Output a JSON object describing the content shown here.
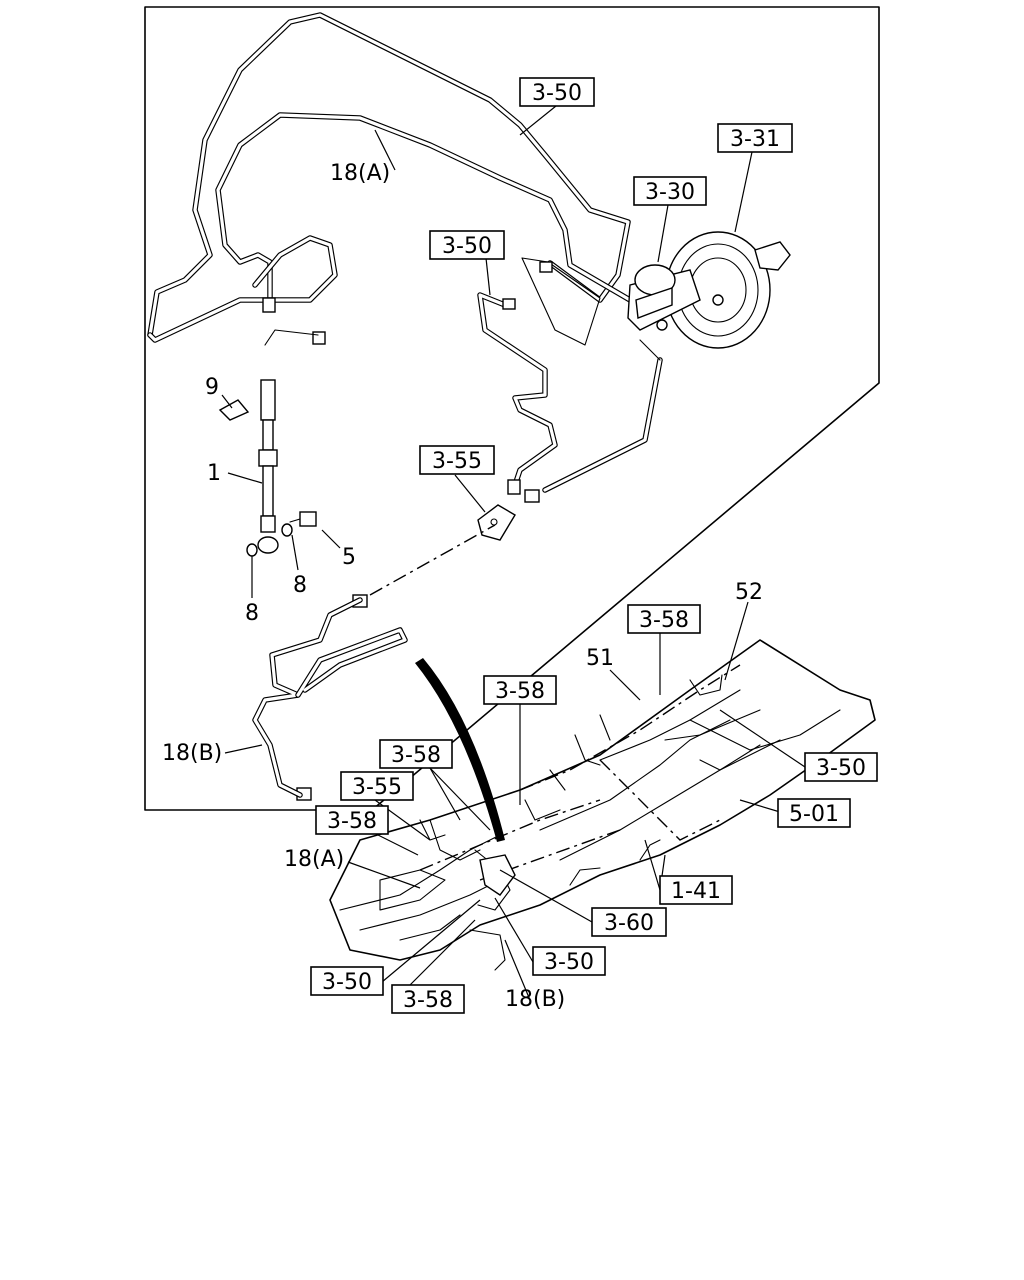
{
  "callouts": {
    "top_3_50": "3-50",
    "booster_3_31": "3-31",
    "master_3_30": "3-30",
    "left_3_50": "3-50",
    "joint_3_55": "3-55",
    "frame_top_3_58": "3-58",
    "frame_mid_3_58": "3-58",
    "frame_left_3_58": "3-58",
    "frame_3_55": "3-55",
    "frame_low_3_58": "3-58",
    "frame_right_3_50": "3-50",
    "frame_5_01": "5-01",
    "frame_3_60": "3-60",
    "frame_1_41": "1-41",
    "frame_3_50_a": "3-50",
    "frame_3_50_b": "3-50",
    "frame_bottom_3_58": "3-58"
  },
  "labels": {
    "pipe_18a": "18(A)",
    "pipe_18b": "18(B)",
    "hose_1": "1",
    "clip_9": "9",
    "bolt_5": "5",
    "washer_8a": "8",
    "washer_8b": "8",
    "item_51": "51",
    "item_52": "52",
    "frame_18a": "18(A)",
    "frame_18b": "18(B)"
  },
  "icons": [
    "brake-pipe",
    "flexible-hose",
    "clip",
    "bolt",
    "washer",
    "brake-booster",
    "master-cylinder",
    "three-way-joint",
    "chassis-frame"
  ]
}
